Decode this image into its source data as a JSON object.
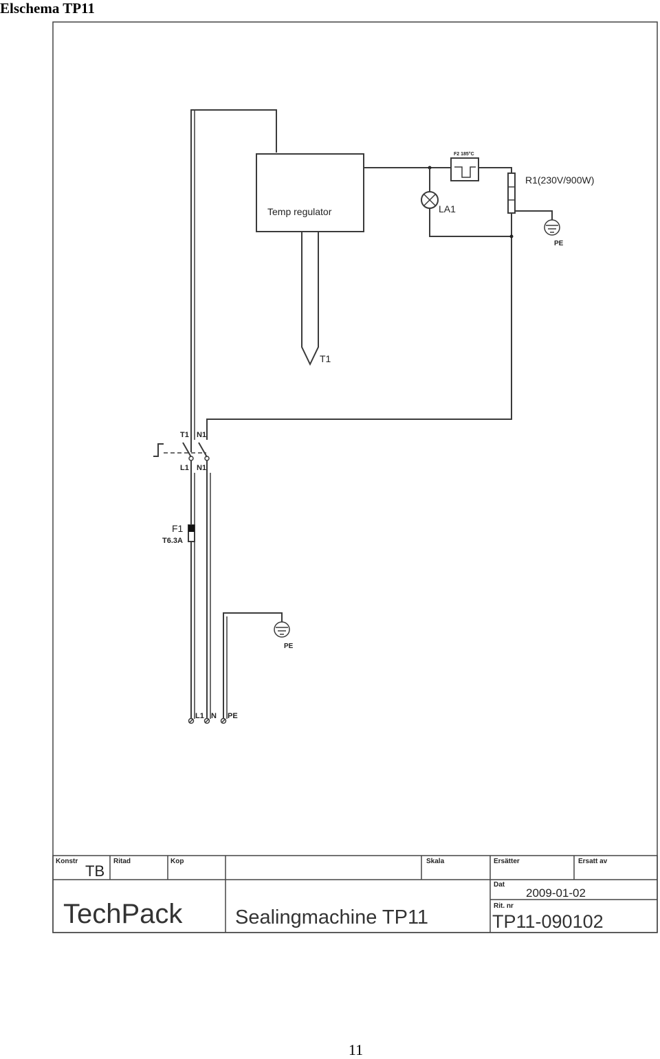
{
  "page": {
    "heading": "Elschema TP11",
    "page_number": "11"
  },
  "diagram": {
    "regulator_label": "Temp regulator",
    "probe_label": "T1",
    "thermal_fuse_label": "F2 185°C",
    "lamp_label": "LA1",
    "resistor_label": "R1(230V/900W)",
    "pe_label_top": "PE",
    "pe_label_mid": "PE",
    "switch_t1": "T1",
    "switch_n1_top": "N1",
    "switch_l1": "L1",
    "switch_n1_bottom": "N1",
    "fuse_label": "F1",
    "fuse_rating": "T6.3A",
    "terminal_l1": "L1",
    "terminal_n": "N",
    "terminal_pe": "PE"
  },
  "title_block": {
    "konstr_label": "Konstr",
    "konstr_value": "TB",
    "ritad_label": "Ritad",
    "kop_label": "Kop",
    "skala_label": "Skala",
    "ersatter_label": "Ersätter",
    "ersatt_av_label": "Ersatt av",
    "company": "TechPack",
    "product": "Sealingmachine TP11",
    "dat_label": "Dat",
    "date": "2009-01-02",
    "rit_nr_label": "Rit. nr",
    "drawing_number": "TP11-090102"
  }
}
